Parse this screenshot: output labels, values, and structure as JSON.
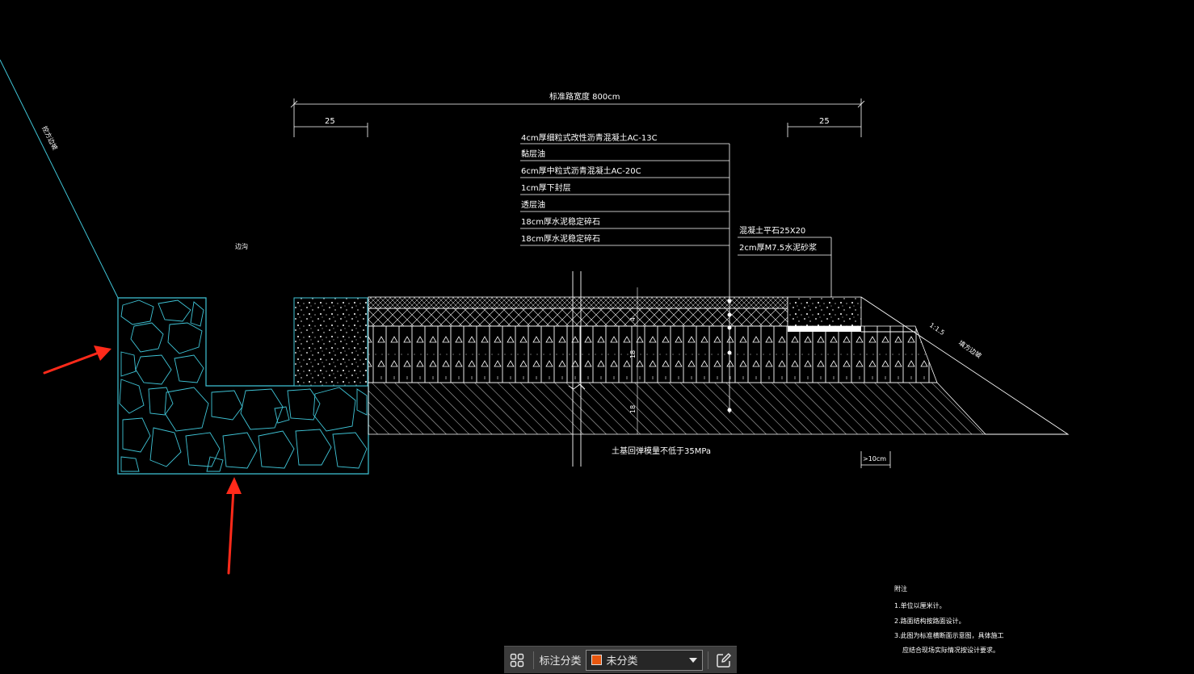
{
  "colors": {
    "background": "#000000",
    "stone_wall": "#3fc4d6",
    "lines": "#ffffff",
    "arrow": "#ff2a1a",
    "toolbar_bg": "#3b3b3b",
    "category_swatch": "#e8570f"
  },
  "drawing": {
    "total_width_dim": "标准路宽度 800cm",
    "left_dim": "25",
    "right_dim": "25",
    "layers": [
      "4cm厚细粒式改性沥青混凝土AC-13C",
      "黏层油",
      "6cm厚中粒式沥青混凝土AC-20C",
      "1cm厚下封层",
      "透层油",
      "18cm厚水泥稳定碎石",
      "18cm厚水泥稳定碎石"
    ],
    "curb_note_1": "混凝土平石25X20",
    "curb_note_2": "2cm厚M7.5水泥砂浆",
    "left_slope_label": "挖方边坡",
    "ditch_label": "边沟",
    "right_slope_ratio": "1:1.5",
    "right_slope_label": "填方边坡",
    "subgrade_note": "土基回弹模量不低于35MPa",
    "shoulder_dim": ">10cm",
    "vertical_dim_1": "18",
    "vertical_dim_2": "18",
    "vertical_dim_3": "4"
  },
  "notes": {
    "title": "附注",
    "items": [
      "1.单位以厘米计。",
      "2.路面结构按路面设计。",
      "3.此图为标准横断面示意图，具体施工",
      "应结合现场实际情况按设计要求。"
    ]
  },
  "toolbar": {
    "grid_icon": "grid-icon",
    "label": "标注分类",
    "selected_category": "未分类",
    "edit_icon": "edit-icon"
  }
}
